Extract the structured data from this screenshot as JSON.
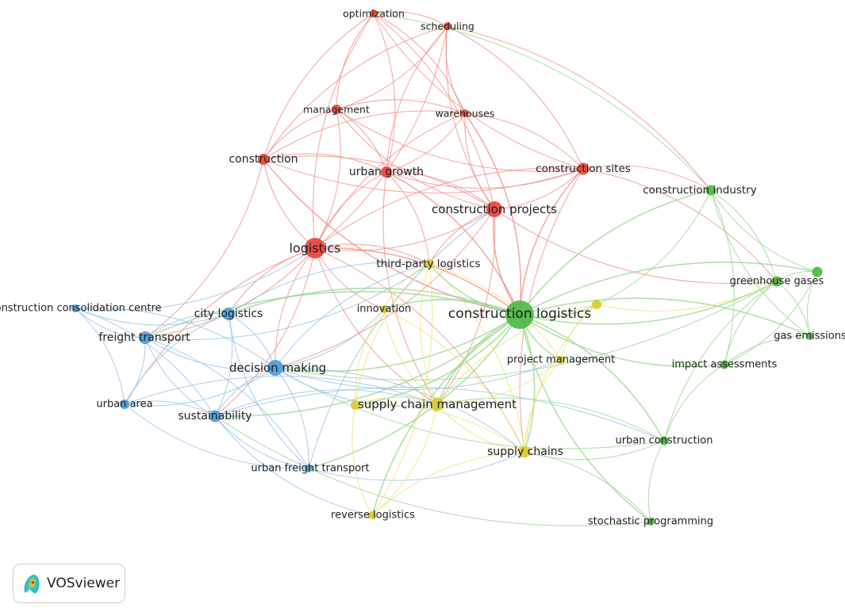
{
  "app": {
    "name": "VOSviewer"
  },
  "palette": {
    "clusters": {
      "1": "#e8443b",
      "2": "#4fb848",
      "3": "#4e9bd8",
      "4": "#d9cb2c"
    },
    "edges": {
      "1": "#f08f8a",
      "2": "#98d68f",
      "3": "#94c2ea",
      "4": "#ece27a"
    }
  },
  "nodes": [
    {
      "id": "optimization",
      "label": "optimization",
      "cluster": 1,
      "weight": 1
    },
    {
      "id": "scheduling",
      "label": "scheduling",
      "cluster": 1,
      "weight": 1
    },
    {
      "id": "management",
      "label": "management",
      "cluster": 1,
      "weight": 1.2
    },
    {
      "id": "warehouses",
      "label": "warehouses",
      "cluster": 1,
      "weight": 1
    },
    {
      "id": "construction",
      "label": "construction",
      "cluster": 1,
      "weight": 1.4
    },
    {
      "id": "urban_growth",
      "label": "urban growth",
      "cluster": 1,
      "weight": 1.4
    },
    {
      "id": "construction_sites",
      "label": "construction sites",
      "cluster": 1,
      "weight": 1.5
    },
    {
      "id": "construction_projects",
      "label": "construction projects",
      "cluster": 1,
      "weight": 2
    },
    {
      "id": "logistics",
      "label": "logistics",
      "cluster": 1,
      "weight": 2.6
    },
    {
      "id": "construction_industry",
      "label": "construction industry",
      "cluster": 2,
      "weight": 1.3
    },
    {
      "id": "greenhouse_gases",
      "label": "greenhouse gases",
      "cluster": 2,
      "weight": 1.3
    },
    {
      "id": "gas_emissions",
      "label": "gas emissions",
      "cluster": 2,
      "weight": 1
    },
    {
      "id": "impact_assessments",
      "label": "impact assessments",
      "cluster": 2,
      "weight": 1.1
    },
    {
      "id": "construction_logistics",
      "label": "construction logistics",
      "cluster": 2,
      "weight": 3.6
    },
    {
      "id": "urban_construction",
      "label": "urban construction",
      "cluster": 2,
      "weight": 1.1
    },
    {
      "id": "stochastic_programming",
      "label": "stochastic programming",
      "cluster": 2,
      "weight": 1
    },
    {
      "id": "g_unlabeled",
      "label": "",
      "cluster": 2,
      "weight": 1.3
    },
    {
      "id": "construction_consolidation_centre",
      "label": "construction consolidation centre",
      "cluster": 3,
      "weight": 1
    },
    {
      "id": "city_logistics",
      "label": "city logistics",
      "cluster": 3,
      "weight": 1.6
    },
    {
      "id": "freight_transport",
      "label": "freight transport",
      "cluster": 3,
      "weight": 1.6
    },
    {
      "id": "decision_making",
      "label": "decision making",
      "cluster": 3,
      "weight": 2
    },
    {
      "id": "urban_area",
      "label": "urban area",
      "cluster": 3,
      "weight": 1.2
    },
    {
      "id": "sustainability",
      "label": "sustainability",
      "cluster": 3,
      "weight": 1.5
    },
    {
      "id": "urban_freight_transport",
      "label": "urban freight transport",
      "cluster": 3,
      "weight": 1
    },
    {
      "id": "third_party_logistics",
      "label": "third-party logistics",
      "cluster": 4,
      "weight": 1.2
    },
    {
      "id": "innovation",
      "label": "innovation",
      "cluster": 4,
      "weight": 1
    },
    {
      "id": "project_management",
      "label": "project management",
      "cluster": 4,
      "weight": 1
    },
    {
      "id": "supply_chain_management",
      "label": "supply chain management",
      "cluster": 4,
      "weight": 1.7
    },
    {
      "id": "supply_chains",
      "label": "supply chains",
      "cluster": 4,
      "weight": 1.5
    },
    {
      "id": "reverse_logistics",
      "label": "reverse logistics",
      "cluster": 4,
      "weight": 1
    },
    {
      "id": "y_unlabeled_1",
      "label": "",
      "cluster": 4,
      "weight": 1.2
    },
    {
      "id": "y_unlabeled_2",
      "label": "",
      "cluster": 4,
      "weight": 1.2
    }
  ],
  "links": [
    [
      "optimization",
      "scheduling"
    ],
    [
      "optimization",
      "management"
    ],
    [
      "optimization",
      "warehouses"
    ],
    [
      "optimization",
      "construction"
    ],
    [
      "optimization",
      "urban_growth"
    ],
    [
      "optimization",
      "logistics"
    ],
    [
      "optimization",
      "construction_projects"
    ],
    [
      "optimization",
      "construction_sites"
    ],
    [
      "scheduling",
      "management"
    ],
    [
      "scheduling",
      "warehouses"
    ],
    [
      "scheduling",
      "construction_sites"
    ],
    [
      "scheduling",
      "construction_projects"
    ],
    [
      "scheduling",
      "logistics"
    ],
    [
      "scheduling",
      "urban_growth"
    ],
    [
      "scheduling",
      "construction_industry"
    ],
    [
      "scheduling",
      "construction"
    ],
    [
      "management",
      "warehouses"
    ],
    [
      "management",
      "construction"
    ],
    [
      "management",
      "urban_growth"
    ],
    [
      "management",
      "construction_projects"
    ],
    [
      "management",
      "logistics"
    ],
    [
      "management",
      "construction_sites"
    ],
    [
      "warehouses",
      "urban_growth"
    ],
    [
      "warehouses",
      "construction_projects"
    ],
    [
      "warehouses",
      "construction_sites"
    ],
    [
      "warehouses",
      "logistics"
    ],
    [
      "warehouses",
      "construction_logistics"
    ],
    [
      "warehouses",
      "construction"
    ],
    [
      "construction",
      "urban_growth"
    ],
    [
      "construction",
      "logistics"
    ],
    [
      "construction",
      "construction_projects"
    ],
    [
      "construction",
      "construction_sites"
    ],
    [
      "construction",
      "freight_transport"
    ],
    [
      "construction",
      "construction_logistics"
    ],
    [
      "urban_growth",
      "construction_projects"
    ],
    [
      "urban_growth",
      "logistics"
    ],
    [
      "urban_growth",
      "construction_logistics"
    ],
    [
      "urban_growth",
      "supply_chain_management"
    ],
    [
      "urban_growth",
      "third_party_logistics"
    ],
    [
      "urban_growth",
      "construction_sites"
    ],
    [
      "construction_sites",
      "construction_projects"
    ],
    [
      "construction_sites",
      "construction_logistics"
    ],
    [
      "construction_sites",
      "greenhouse_gases"
    ],
    [
      "construction_sites",
      "logistics"
    ],
    [
      "construction_sites",
      "construction_industry"
    ],
    [
      "construction_sites",
      "supply_chains"
    ],
    [
      "construction_projects",
      "logistics"
    ],
    [
      "construction_projects",
      "construction_logistics"
    ],
    [
      "construction_projects",
      "supply_chain_management"
    ],
    [
      "construction_projects",
      "third_party_logistics"
    ],
    [
      "construction_projects",
      "decision_making"
    ],
    [
      "construction_projects",
      "greenhouse_gases"
    ],
    [
      "logistics",
      "construction_logistics"
    ],
    [
      "logistics",
      "decision_making"
    ],
    [
      "logistics",
      "third_party_logistics"
    ],
    [
      "logistics",
      "city_logistics"
    ],
    [
      "logistics",
      "freight_transport"
    ],
    [
      "logistics",
      "supply_chain_management"
    ],
    [
      "logistics",
      "sustainability"
    ],
    [
      "logistics",
      "innovation"
    ],
    [
      "logistics",
      "supply_chains"
    ],
    [
      "logistics",
      "urban_area"
    ],
    [
      "construction_logistics",
      "construction_industry"
    ],
    [
      "construction_logistics",
      "greenhouse_gases"
    ],
    [
      "construction_logistics",
      "gas_emissions"
    ],
    [
      "construction_logistics",
      "impact_assessments"
    ],
    [
      "construction_logistics",
      "urban_construction"
    ],
    [
      "construction_logistics",
      "stochastic_programming"
    ],
    [
      "construction_logistics",
      "g_unlabeled"
    ],
    [
      "construction_logistics",
      "supply_chain_management"
    ],
    [
      "construction_logistics",
      "supply_chains"
    ],
    [
      "construction_logistics",
      "project_management"
    ],
    [
      "construction_logistics",
      "third_party_logistics"
    ],
    [
      "construction_logistics",
      "innovation"
    ],
    [
      "construction_logistics",
      "decision_making"
    ],
    [
      "construction_logistics",
      "city_logistics"
    ],
    [
      "construction_logistics",
      "sustainability"
    ],
    [
      "construction_logistics",
      "freight_transport"
    ],
    [
      "construction_logistics",
      "y_unlabeled_1"
    ],
    [
      "construction_logistics",
      "y_unlabeled_2"
    ],
    [
      "construction_logistics",
      "urban_freight_transport"
    ],
    [
      "construction_logistics",
      "reverse_logistics"
    ],
    [
      "construction_industry",
      "greenhouse_gases"
    ],
    [
      "construction_industry",
      "gas_emissions"
    ],
    [
      "construction_industry",
      "impact_assessments"
    ],
    [
      "construction_industry",
      "g_unlabeled"
    ],
    [
      "construction_industry",
      "y_unlabeled_2"
    ],
    [
      "construction_industry",
      "optimization"
    ],
    [
      "greenhouse_gases",
      "gas_emissions"
    ],
    [
      "greenhouse_gases",
      "impact_assessments"
    ],
    [
      "greenhouse_gases",
      "g_unlabeled"
    ],
    [
      "greenhouse_gases",
      "urban_construction"
    ],
    [
      "greenhouse_gases",
      "decision_making"
    ],
    [
      "g_unlabeled",
      "gas_emissions"
    ],
    [
      "g_unlabeled",
      "impact_assessments"
    ],
    [
      "impact_assessments",
      "urban_construction"
    ],
    [
      "impact_assessments",
      "gas_emissions"
    ],
    [
      "urban_construction",
      "stochastic_programming"
    ],
    [
      "urban_construction",
      "supply_chains"
    ],
    [
      "urban_construction",
      "supply_chain_management"
    ],
    [
      "urban_construction",
      "decision_making"
    ],
    [
      "stochastic_programming",
      "supply_chains"
    ],
    [
      "stochastic_programming",
      "sustainability"
    ],
    [
      "construction_consolidation_centre",
      "freight_transport"
    ],
    [
      "construction_consolidation_centre",
      "urban_area"
    ],
    [
      "construction_consolidation_centre",
      "city_logistics"
    ],
    [
      "construction_consolidation_centre",
      "decision_making"
    ],
    [
      "construction_consolidation_centre",
      "logistics"
    ],
    [
      "construction_consolidation_centre",
      "sustainability"
    ],
    [
      "city_logistics",
      "freight_transport"
    ],
    [
      "city_logistics",
      "decision_making"
    ],
    [
      "city_logistics",
      "urban_area"
    ],
    [
      "city_logistics",
      "sustainability"
    ],
    [
      "city_logistics",
      "urban_freight_transport"
    ],
    [
      "city_logistics",
      "third_party_logistics"
    ],
    [
      "freight_transport",
      "decision_making"
    ],
    [
      "freight_transport",
      "urban_area"
    ],
    [
      "freight_transport",
      "sustainability"
    ],
    [
      "freight_transport",
      "urban_freight_transport"
    ],
    [
      "freight_transport",
      "third_party_logistics"
    ],
    [
      "decision_making",
      "urban_area"
    ],
    [
      "decision_making",
      "sustainability"
    ],
    [
      "decision_making",
      "urban_freight_transport"
    ],
    [
      "decision_making",
      "supply_chain_management"
    ],
    [
      "decision_making",
      "supply_chains"
    ],
    [
      "decision_making",
      "innovation"
    ],
    [
      "decision_making",
      "third_party_logistics"
    ],
    [
      "decision_making",
      "project_management"
    ],
    [
      "urban_area",
      "sustainability"
    ],
    [
      "urban_area",
      "urban_freight_transport"
    ],
    [
      "urban_area",
      "supply_chain_management"
    ],
    [
      "sustainability",
      "urban_freight_transport"
    ],
    [
      "sustainability",
      "supply_chain_management"
    ],
    [
      "sustainability",
      "reverse_logistics"
    ],
    [
      "sustainability",
      "urban_construction"
    ],
    [
      "urban_freight_transport",
      "supply_chains"
    ],
    [
      "urban_freight_transport",
      "construction_projects"
    ],
    [
      "third_party_logistics",
      "supply_chain_management"
    ],
    [
      "third_party_logistics",
      "supply_chains"
    ],
    [
      "third_party_logistics",
      "innovation"
    ],
    [
      "third_party_logistics",
      "project_management"
    ],
    [
      "third_party_logistics",
      "y_unlabeled_1"
    ],
    [
      "third_party_logistics",
      "reverse_logistics"
    ],
    [
      "innovation",
      "supply_chain_management"
    ],
    [
      "innovation",
      "supply_chains"
    ],
    [
      "innovation",
      "y_unlabeled_1"
    ],
    [
      "project_management",
      "supply_chain_management"
    ],
    [
      "project_management",
      "supply_chains"
    ],
    [
      "project_management",
      "y_unlabeled_2"
    ],
    [
      "supply_chain_management",
      "supply_chains"
    ],
    [
      "supply_chain_management",
      "reverse_logistics"
    ],
    [
      "supply_chain_management",
      "y_unlabeled_1"
    ],
    [
      "supply_chain_management",
      "y_unlabeled_2"
    ],
    [
      "supply_chains",
      "reverse_logistics"
    ],
    [
      "supply_chains",
      "y_unlabeled_2"
    ],
    [
      "supply_chains",
      "y_unlabeled_1"
    ],
    [
      "reverse_logistics",
      "y_unlabeled_1"
    ],
    [
      "y_unlabeled_2",
      "greenhouse_gases"
    ]
  ]
}
